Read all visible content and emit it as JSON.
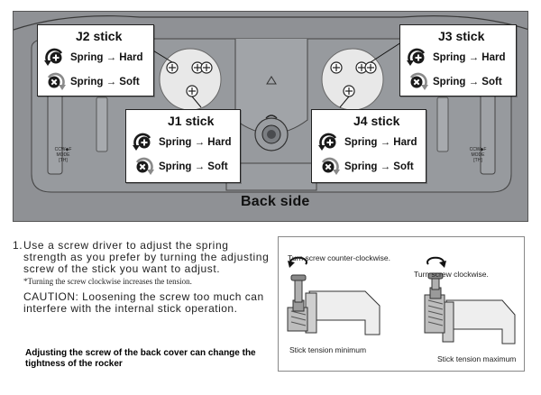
{
  "top_figure": {
    "caption": "Back side",
    "marks": {
      "ccw_cw_left": "CCW◆F",
      "mode_left": "MODE",
      "th_left": "[TH]",
      "ccw_cw_right": "CCW◆F",
      "mode_right": "MODE",
      "th_right": "[TH]"
    },
    "callouts": [
      {
        "id": "j2",
        "title": "J2 stick",
        "hard_label": "Spring → Hard",
        "soft_label": "Spring → Soft"
      },
      {
        "id": "j3",
        "title": "J3 stick",
        "hard_label": "Spring → Hard",
        "soft_label": "Spring → Soft"
      },
      {
        "id": "j1",
        "title": "J1 stick",
        "hard_label": "Spring → Hard",
        "soft_label": "Spring → Soft"
      },
      {
        "id": "j4",
        "title": "J4 stick",
        "hard_label": "Spring → Hard",
        "soft_label": "Spring → Soft"
      }
    ]
  },
  "instructions": {
    "step_number": "1.",
    "step_text": "Use a screw driver to adjust the spring strength as you prefer by turning the adjusting screw of the stick you want to adjust.",
    "note": "*Turning the screw clockwise increases the tension.",
    "caution": "CAUTION: Loosening the screw too much can interfere with the internal stick operation."
  },
  "adjust_note": "Adjusting the screw of the back cover can change the tightness of the rocker",
  "right_figure": {
    "ccw_label": "Turn screw counter-clockwise.",
    "cw_label": "Turn screw clockwise.",
    "min_label": "Stick tension minimum",
    "max_label": "Stick tension maximum"
  },
  "colors": {
    "figure_bg": "#8f9195",
    "icon_dark": "#1a1a1a",
    "icon_gray": "#8a8a8a"
  }
}
